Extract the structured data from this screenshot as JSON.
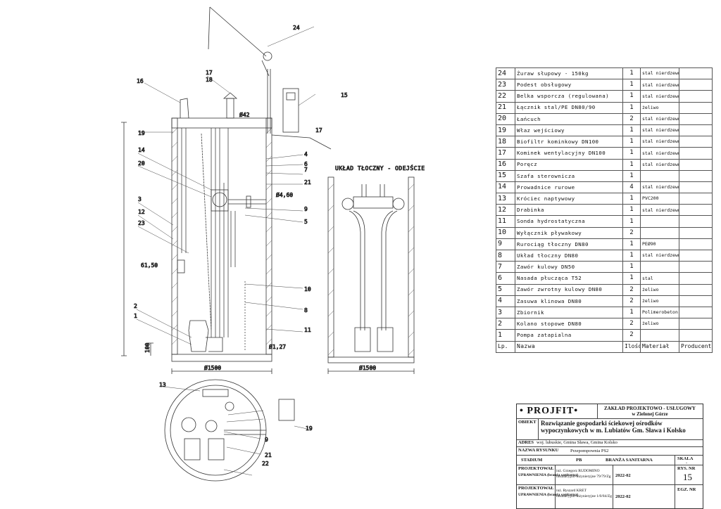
{
  "section_label": "UKŁAD TŁOCZNY - ODEJŚCIE",
  "dimensions": {
    "d1": "Ø1500",
    "d2": "Ø1500",
    "elev_top": "Ø42",
    "elev_ground": "17",
    "elev_pipe": "Ø4,60",
    "elev_mid": "61,50",
    "elev_bottom": "Ø1,27",
    "h_bottom": "100"
  },
  "callouts": [
    "24",
    "17",
    "18",
    "16",
    "15",
    "19",
    "14",
    "20",
    "3",
    "12",
    "23",
    "2",
    "1",
    "4",
    "6",
    "7",
    "21",
    "9",
    "5",
    "10",
    "8",
    "11",
    "13",
    "22",
    "19",
    "9",
    "21"
  ],
  "parts": {
    "rows": [
      {
        "lp": "24",
        "name": "Żuraw słupowy - 150kg",
        "qty": "1",
        "mat": "stal nierdzewna",
        "prod": ""
      },
      {
        "lp": "23",
        "name": "Podest obsługowy",
        "qty": "1",
        "mat": "stal nierdzewna",
        "prod": ""
      },
      {
        "lp": "22",
        "name": "Belka wsporcza (regulowana)",
        "qty": "1",
        "mat": "stal nierdzewna",
        "prod": ""
      },
      {
        "lp": "21",
        "name": "Łącznik stal/PE DN80/90",
        "qty": "1",
        "mat": "żeliwo",
        "prod": ""
      },
      {
        "lp": "20",
        "name": "Łańcuch",
        "qty": "2",
        "mat": "stal nierdzewna",
        "prod": ""
      },
      {
        "lp": "19",
        "name": "Właz wejściowy",
        "qty": "1",
        "mat": "stal nierdzewna",
        "prod": ""
      },
      {
        "lp": "18",
        "name": "Biofiltr kominkowy DN100",
        "qty": "1",
        "mat": "stal nierdzewna",
        "prod": ""
      },
      {
        "lp": "17",
        "name": "Kominek wentylacyjny DN100",
        "qty": "1",
        "mat": "stal nierdzewna",
        "prod": ""
      },
      {
        "lp": "16",
        "name": "Poręcz",
        "qty": "1",
        "mat": "stal nierdzewna",
        "prod": ""
      },
      {
        "lp": "15",
        "name": "Szafa sterownicza",
        "qty": "1",
        "mat": "",
        "prod": ""
      },
      {
        "lp": "14",
        "name": "Prowadnice rurowe",
        "qty": "4",
        "mat": "stal nierdzewna",
        "prod": ""
      },
      {
        "lp": "13",
        "name": "Króciec naptywowy",
        "qty": "1",
        "mat": "PVC200",
        "prod": ""
      },
      {
        "lp": "12",
        "name": "Drabinka",
        "qty": "1",
        "mat": "stal nierdzewna",
        "prod": ""
      },
      {
        "lp": "11",
        "name": "Sonda hydrostatyczna",
        "qty": "1",
        "mat": "",
        "prod": ""
      },
      {
        "lp": "10",
        "name": "Wyłącznik pływakowy",
        "qty": "2",
        "mat": "",
        "prod": ""
      },
      {
        "lp": "9",
        "name": "Rurociąg tłoczny DN80",
        "qty": "1",
        "mat": "PEØ90",
        "prod": ""
      },
      {
        "lp": "8",
        "name": "Układ tłoczny DN80",
        "qty": "1",
        "mat": "stal nierdzewna",
        "prod": ""
      },
      {
        "lp": "7",
        "name": "Zawór kulowy DN50",
        "qty": "1",
        "mat": "",
        "prod": ""
      },
      {
        "lp": "6",
        "name": "Nasada płucząca T52",
        "qty": "1",
        "mat": "stal",
        "prod": ""
      },
      {
        "lp": "5",
        "name": "Zawór zwrotny kulowy DN80",
        "qty": "2",
        "mat": "żeliwo",
        "prod": ""
      },
      {
        "lp": "4",
        "name": "Zasuwa klinowa DN80",
        "qty": "2",
        "mat": "żeliwo",
        "prod": ""
      },
      {
        "lp": "3",
        "name": "Zbiornik",
        "qty": "1",
        "mat": "Polimerobeton",
        "prod": ""
      },
      {
        "lp": "2",
        "name": "Kolano stopowe DN80",
        "qty": "2",
        "mat": "żeliwo",
        "prod": ""
      },
      {
        "lp": "1",
        "name": "Pompa zatapialna",
        "qty": "2",
        "mat": "",
        "prod": ""
      }
    ],
    "header": {
      "lp": "Lp.",
      "name": "Nazwa",
      "qty": "Ilość",
      "mat": "Materiał",
      "prod": "Producent"
    }
  },
  "titleblock": {
    "logo": "• PROJFIT•",
    "firm": "ZAKŁAD PROJEKTOWO - USŁUGOWY",
    "firm2": "w Zielonej Górze",
    "obiekt_label": "OBIEKT",
    "obiekt": "Rozwiązanie gospodarki ściekowej ośrodków wypoczynkowych w m. Lubiatów Gm. Sława i Kolsko",
    "adres_label": "ADRES",
    "adres": "woj. lubuskie, Gmina Sława, Gmina Kolsko",
    "nazwa_label": "NAZWA RYSUNKU",
    "nazwa": "Przepompownia PS2",
    "stadium_label": "STADIUM",
    "stadium": "PB",
    "branza": "BRANŻA SANITARNA",
    "skala_label": "SKALA",
    "skala": "-",
    "r1_label": "PROJEKTOWAŁ",
    "r1_sub": "UPRAWNIENIA (branża sanitarna)",
    "r1_person": "inż. Grzegorz RUDOMINO",
    "r1_cert": "instalacyjno-inżynieryjne 79/79/Zg",
    "r1_date": "2022-02",
    "rys_label": "RYS. NR",
    "rys": "15",
    "r2_label": "PROJEKTOWAŁ",
    "r2_sub": "UPRAWNIENIA (branża sanitarna)",
    "r2_person": "inż. Ryszard KRET",
    "r2_cert": "instalacyjno-inżynieryjne 1/0/84/Zg",
    "r2_date": "2022-02",
    "egz_label": "EGZ. NR"
  }
}
